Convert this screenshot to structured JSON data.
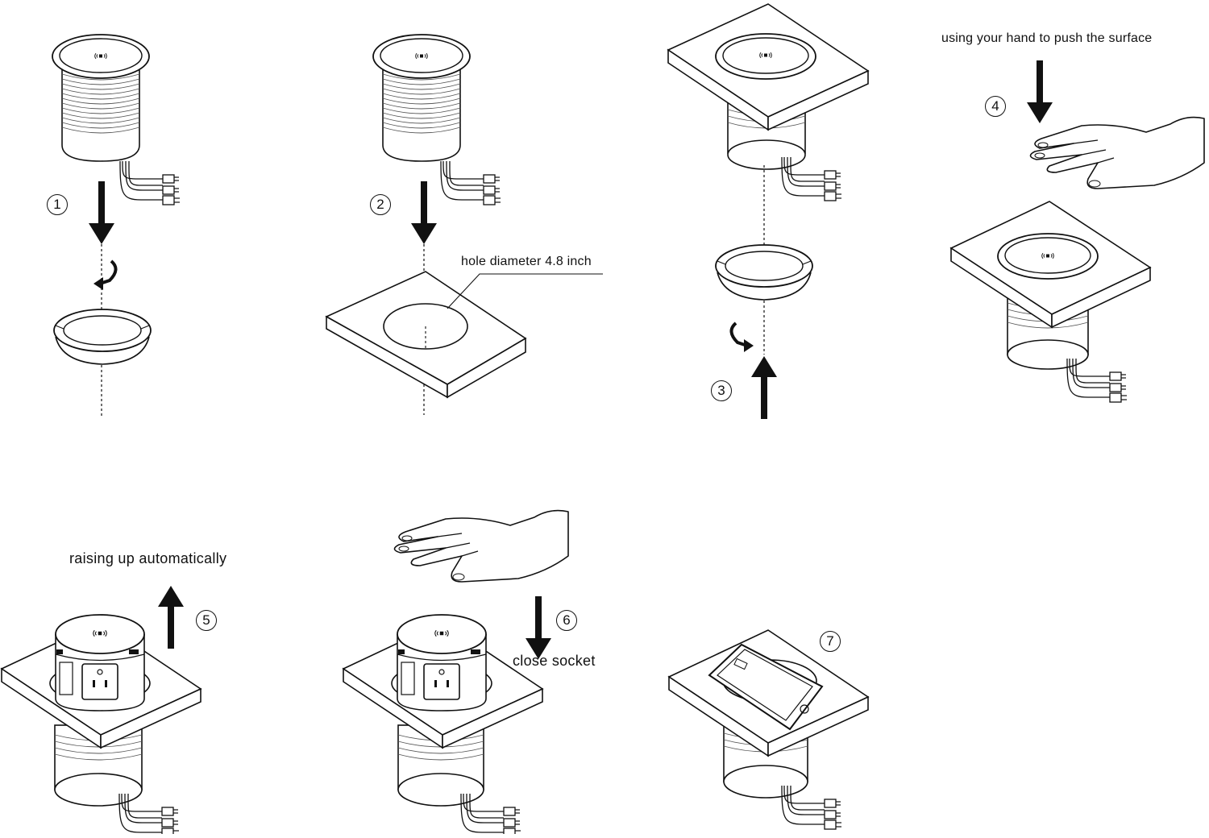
{
  "steps": [
    {
      "number": "1"
    },
    {
      "number": "2",
      "label": "hole diameter 4.8 inch"
    },
    {
      "number": "3"
    },
    {
      "number": "4",
      "label": "using your hand to push the surface"
    },
    {
      "number": "5",
      "label": "raising up automatically"
    },
    {
      "number": "6",
      "label": "close socket"
    },
    {
      "number": "7"
    }
  ],
  "colors": {
    "line": "#111111",
    "fill": "#ffffff",
    "accent": "#000000"
  },
  "icons": [
    "wireless-charging-icon",
    "down-arrow-icon",
    "up-arrow-icon",
    "rotate-arrow-icon",
    "hand-icon",
    "power-plug-icon",
    "usb-plug-icon",
    "smartphone-icon"
  ]
}
